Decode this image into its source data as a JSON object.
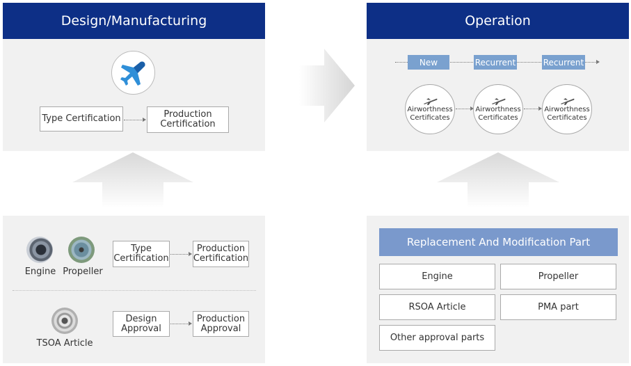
{
  "design": {
    "title": "Design/Manufacturing",
    "type_cert": "Type Certification",
    "production_cert": "Production\nCertification",
    "icon": "airplane-icon"
  },
  "operation": {
    "title": "Operation",
    "tags": [
      "New",
      "Recurrent",
      "Recurrent"
    ],
    "certs": [
      "Airworthness\nCertificates",
      "Airworthness\nCertificates",
      "Airworthness\nCertificates"
    ]
  },
  "lower_left": {
    "engine_label": "Engine",
    "propeller_label": "Propeller",
    "type_cert": "Type\nCertification",
    "production_cert": "Production\nCertification",
    "tsoa_label": "TSOA Article",
    "design_approval": "Design\nApproval",
    "production_approval": "Production\nApproval"
  },
  "replacement": {
    "title": "Replacement And Modification Part",
    "items": [
      "Engine",
      "Propeller",
      "RSOA Article",
      "PMA part",
      "Other approval parts"
    ]
  },
  "colors": {
    "header": "#0d2f86",
    "replacement_header": "#7a99cc",
    "tag": "#7aa1cf",
    "panel": "#f1f1f1"
  }
}
